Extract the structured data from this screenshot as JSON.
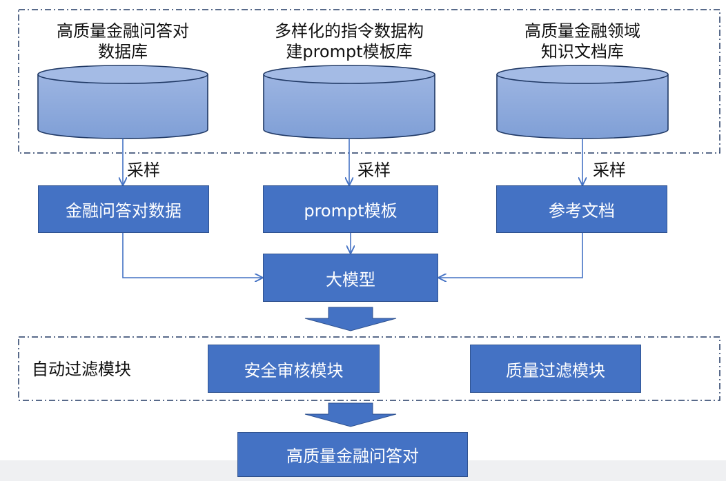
{
  "databases": [
    {
      "line1": "高质量金融问答对",
      "line2": "数据库"
    },
    {
      "line1": "多样化的指令数据构",
      "line2": "建prompt模板库"
    },
    {
      "line1": "高质量金融领域",
      "line2": "知识文档库"
    }
  ],
  "sampling_label": "采样",
  "samples": [
    "金融问答对数据",
    "prompt模板",
    "参考文档"
  ],
  "model": "大模型",
  "filter": {
    "title": "自动过滤模块",
    "modules": [
      "安全审核模块",
      "质量过滤模块"
    ]
  },
  "output": "高质量金融问答对",
  "colors": {
    "box_fill": "#4472c4",
    "cylinder_fill": "#8faadc",
    "arrow": "#4472c4",
    "dashed_border": "#203864"
  }
}
